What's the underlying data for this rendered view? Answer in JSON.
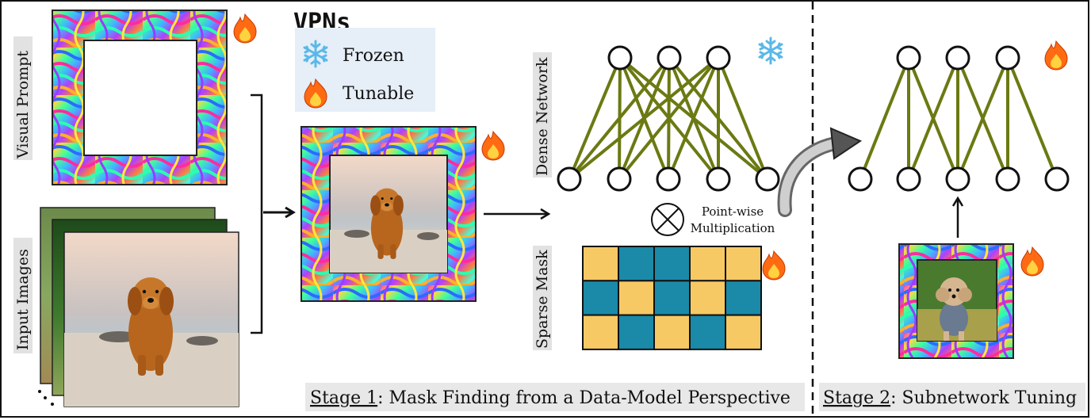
{
  "legend": {
    "title": "VPNs",
    "frozen_label": "Frozen",
    "tunable_label": "Tunable"
  },
  "labels": {
    "visual_prompt": "Visual Prompt",
    "input_images": "Input Images",
    "dense_network": "Dense Network",
    "sparse_mask": "Sparse Mask",
    "pointwise_line1": "Point-wise",
    "pointwise_line2": "Multiplication"
  },
  "stage1": {
    "prefix": "Stage 1",
    "suffix": ": Mask Finding from a Data-Model Perspective"
  },
  "stage2": {
    "prefix": "Stage 2",
    "suffix": ": Subnetwork Tuning"
  },
  "colors": {
    "edge": "#6b7a12",
    "mask_yellow": "#f7c964",
    "mask_blue": "#1a8aa8",
    "legend_bg": "#e6eef8",
    "frame_border": "#222222",
    "flame_outer": "#ff6a13",
    "flame_inner": "#ffd23f",
    "snowflake": "#5bb8e8"
  },
  "sparse_mask_grid": [
    [
      "yellow",
      "blue",
      "blue",
      "yellow",
      "yellow"
    ],
    [
      "blue",
      "yellow",
      "blue",
      "yellow",
      "blue"
    ],
    [
      "yellow",
      "blue",
      "yellow",
      "blue",
      "yellow"
    ]
  ],
  "icons": [
    "flame-icon",
    "snowflake-icon",
    "otimes-icon",
    "dog-photo",
    "poodle-photo",
    "psychedelic-border"
  ]
}
